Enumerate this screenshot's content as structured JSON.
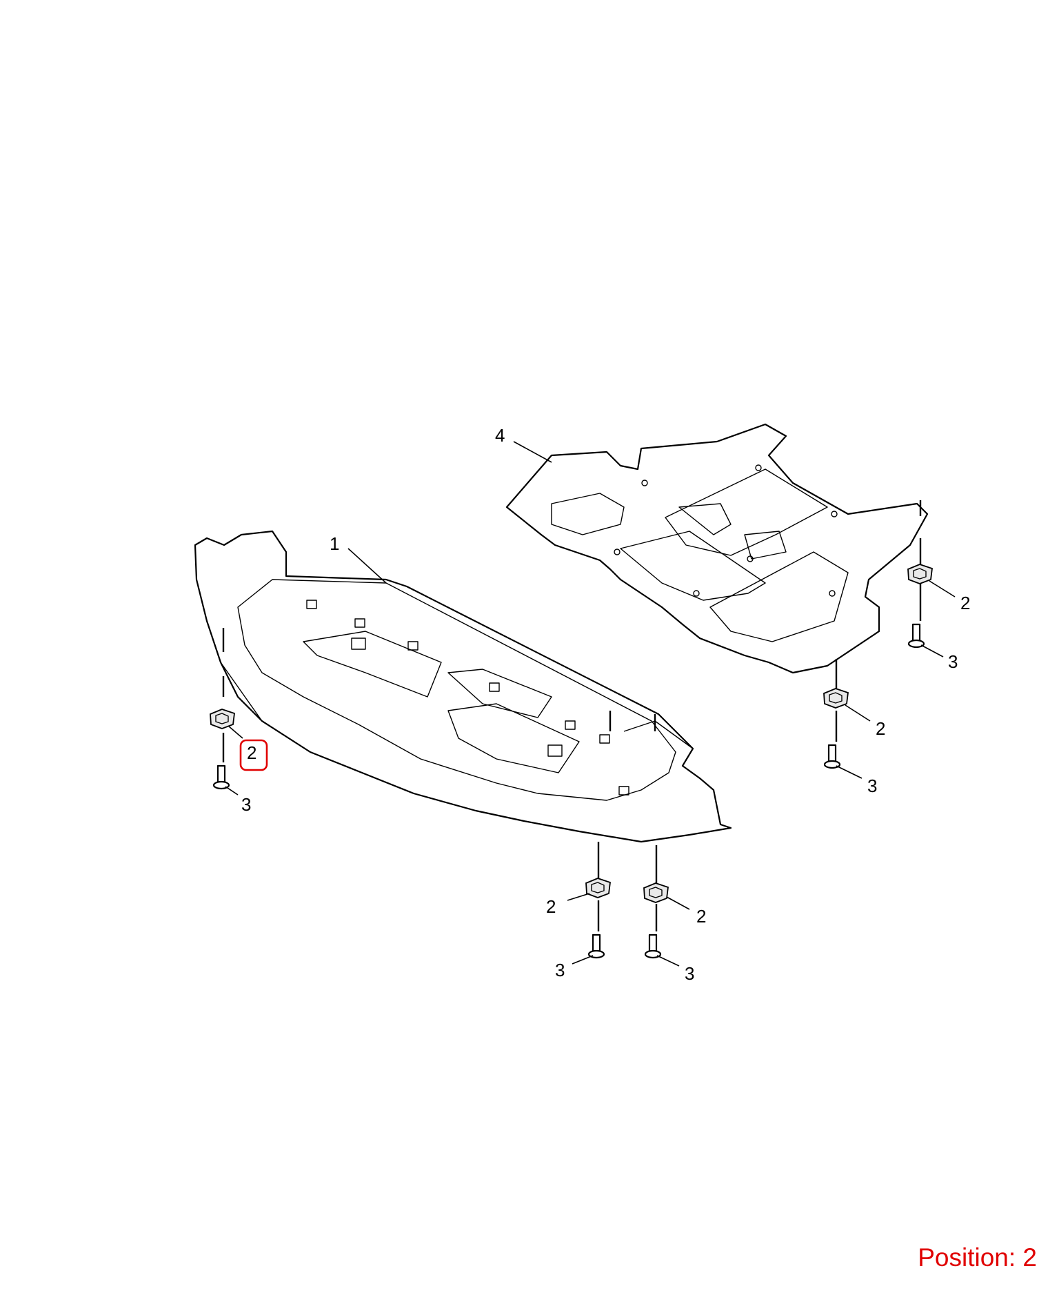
{
  "callouts": {
    "part_1": "1",
    "part_4": "4",
    "clip_left": "2",
    "screw_left": "3",
    "clip_right_top": "2",
    "screw_right_top": "3",
    "clip_right_mid": "2",
    "screw_right_mid": "3",
    "clip_bottom_left": "2",
    "screw_bottom_left": "3",
    "clip_bottom_right": "2",
    "screw_bottom_right": "3"
  },
  "position_label": "Position: 2",
  "highlighted_callout": "2",
  "highlight_color": "#e00000"
}
